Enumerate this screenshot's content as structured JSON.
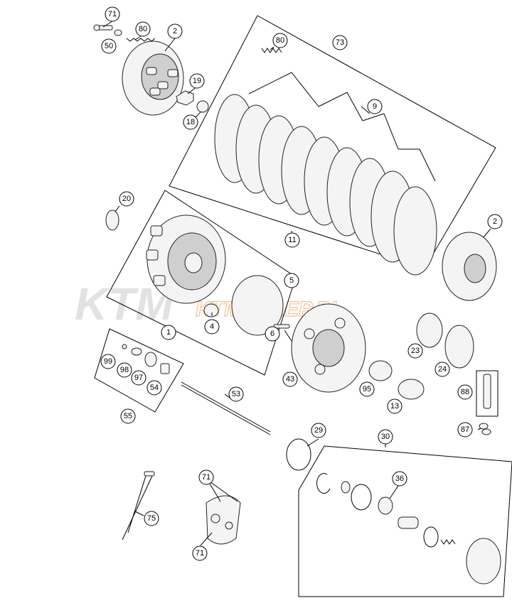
{
  "watermark": {
    "brand": "KTM",
    "site": "KTMSKLEP.PL",
    "site_color": "#f4b27a",
    "brand_color": "#d9d9d9"
  },
  "callouts": [
    {
      "id": "c71a",
      "label": "71"
    },
    {
      "id": "c2a",
      "label": "2"
    },
    {
      "id": "c80a",
      "label": "80"
    },
    {
      "id": "c50",
      "label": "50"
    },
    {
      "id": "c19",
      "label": "19"
    },
    {
      "id": "c18",
      "label": "18"
    },
    {
      "id": "c80b",
      "label": "80"
    },
    {
      "id": "c73",
      "label": "73"
    },
    {
      "id": "c9",
      "label": "9"
    },
    {
      "id": "c20",
      "label": "20"
    },
    {
      "id": "c11",
      "label": "11"
    },
    {
      "id": "c2b",
      "label": "2"
    },
    {
      "id": "c5",
      "label": "5"
    },
    {
      "id": "c4",
      "label": "4"
    },
    {
      "id": "c1",
      "label": "1"
    },
    {
      "id": "c6",
      "label": "6"
    },
    {
      "id": "c23",
      "label": "23"
    },
    {
      "id": "c24",
      "label": "24"
    },
    {
      "id": "c99",
      "label": "99"
    },
    {
      "id": "c98",
      "label": "98"
    },
    {
      "id": "c97",
      "label": "97"
    },
    {
      "id": "c54",
      "label": "54"
    },
    {
      "id": "c43",
      "label": "43"
    },
    {
      "id": "c95",
      "label": "95"
    },
    {
      "id": "c13",
      "label": "13"
    },
    {
      "id": "c88",
      "label": "88"
    },
    {
      "id": "c55",
      "label": "55"
    },
    {
      "id": "c53",
      "label": "53"
    },
    {
      "id": "c87",
      "label": "87"
    },
    {
      "id": "c29",
      "label": "29"
    },
    {
      "id": "c30",
      "label": "30"
    },
    {
      "id": "c36",
      "label": "36"
    },
    {
      "id": "c71b",
      "label": "71"
    },
    {
      "id": "c75",
      "label": "75"
    },
    {
      "id": "c71c",
      "label": "71"
    }
  ]
}
